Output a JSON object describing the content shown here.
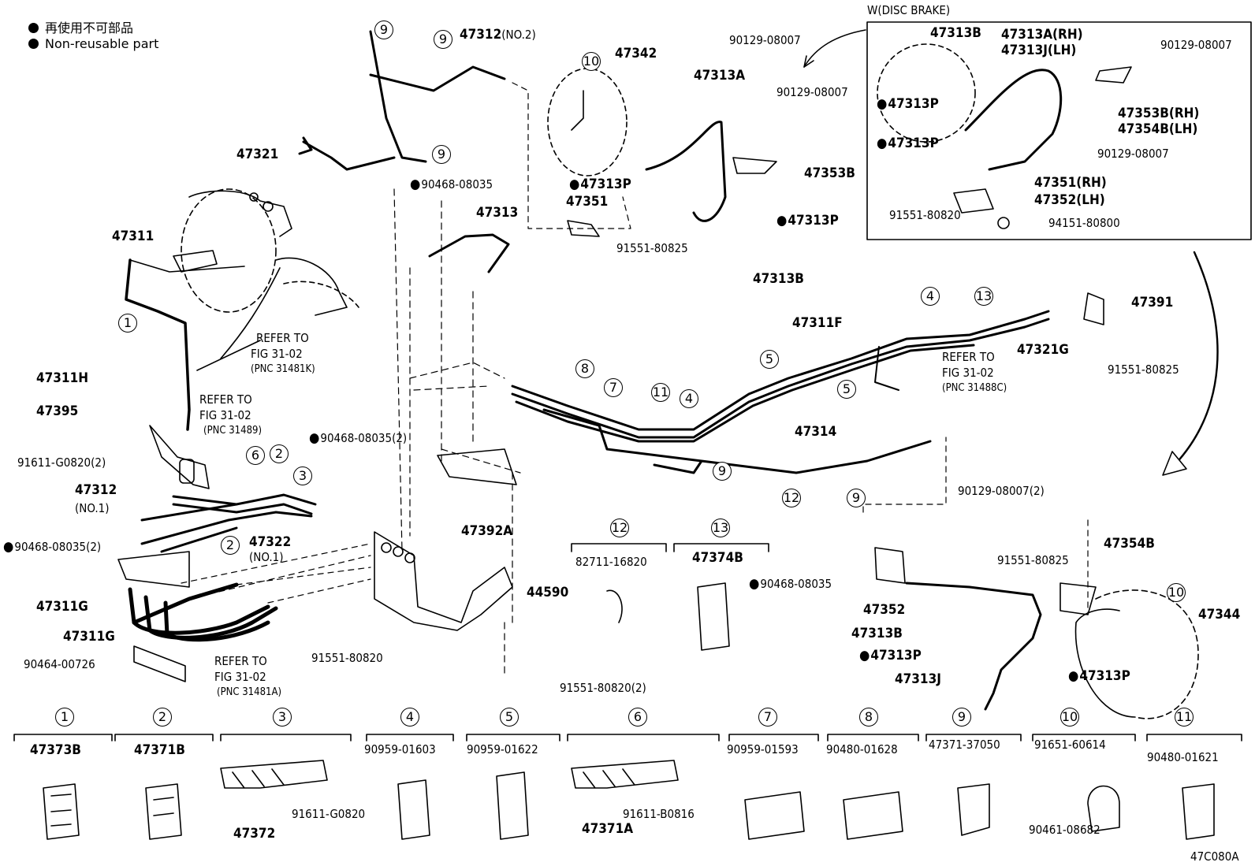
{
  "legend": {
    "line1": "再使用不可部品",
    "line2": "Non-reusable part"
  },
  "inset_title": "W(DISC BRAKE)",
  "figure_code": "47C080A",
  "labels": {
    "p47312_no2": "47312",
    "p47312_no2_sub": "(NO.2)",
    "p47342": "47342",
    "p47313A": "47313A",
    "p90129_a": "90129-08007",
    "p90129_b": "90129-08007",
    "p47321": "47321",
    "p47311": "47311",
    "p90468_a": "90468-08035",
    "p47313P_a": "47313P",
    "p47351": "47351",
    "p47313": "47313",
    "p47353B": "47353B",
    "p47313P_b": "47313P",
    "p91551_80825_a": "91551-80825",
    "p47313B_a": "47313B",
    "refer1": "REFER TO",
    "refer1b": "FIG 31-02",
    "refer1c": "(PNC 31481K)",
    "p47311H": "47311H",
    "p47395": "47395",
    "refer2": "REFER TO",
    "refer2b": "FIG 31-02",
    "refer2c": "(PNC 31489)",
    "p90468_b": "90468-08035(2)",
    "p91611": "91611-G0820(2)",
    "p47312_no1": "47312",
    "p47312_no1_sub": "(NO.1)",
    "p47322": "47322",
    "p47322_sub": "(NO.1)",
    "p90468_c": "90468-08035(2)",
    "p47311G_a": "47311G",
    "p47311G_b": "47311G",
    "p90464": "90464-00726",
    "refer3": "REFER TO",
    "refer3b": "FIG 31-02",
    "refer3c": "(PNC 31481A)",
    "p91551_80820_a": "91551-80820",
    "p47392A": "47392A",
    "p44590": "44590",
    "p91551_80820_2": "91551-80820(2)",
    "p47311F": "47311F",
    "p47391": "47391",
    "p47321G": "47321G",
    "refer4": "REFER TO",
    "refer4b": "FIG 31-02",
    "refer4c": "(PNC 31488C)",
    "p91551_80825_b": "91551-80825",
    "p47314": "47314",
    "p90129_2": "90129-08007(2)",
    "p82711": "82711-16820",
    "p47374B": "47374B",
    "p90468_d": "90468-08035",
    "p47354B": "47354B",
    "p91551_80825_c": "91551-80825",
    "p47352": "47352",
    "p47313B_b": "47313B",
    "p47313P_c": "47313P",
    "p47313J": "47313J",
    "p47344": "47344",
    "p47313P_d": "47313P",
    "w47313B": "47313B",
    "w47313A": "47313A(RH)",
    "w47313J": "47313J(LH)",
    "w90129_a": "90129-08007",
    "w47313P_a": "47313P",
    "w47353B": "47353B(RH)",
    "w47354B": "47354B(LH)",
    "w47313P_b": "47313P",
    "w90129_b": "90129-08007",
    "w47351": "47351(RH)",
    "w47352": "47352(LH)",
    "w91551": "91551-80820",
    "w94151": "94151-80800"
  },
  "callouts": {
    "c9a": "9",
    "c9b": "9",
    "c9c": "9",
    "c10a": "10",
    "c1": "1",
    "c6": "6",
    "c2a": "2",
    "c3": "3",
    "c2b": "2",
    "c4a": "4",
    "c13a": "13",
    "c5a": "5",
    "c5b": "5",
    "c8": "8",
    "c7": "7",
    "c11a": "11",
    "c4b": "4",
    "c9d": "9",
    "c12a": "12",
    "c9e": "9",
    "c12b": "12",
    "c13b": "13",
    "c10b": "10"
  },
  "bottom_items": [
    {
      "num": "1",
      "part": "47373B"
    },
    {
      "num": "2",
      "part": "47371B"
    },
    {
      "num": "3",
      "part": "47372",
      "sub": "91611-G0820"
    },
    {
      "num": "4",
      "part": "90959-01603"
    },
    {
      "num": "5",
      "part": "90959-01622"
    },
    {
      "num": "6",
      "part": "47371A",
      "sub": "91611-B0816"
    },
    {
      "num": "7",
      "part": "90959-01593"
    },
    {
      "num": "8",
      "part": "90480-01628"
    },
    {
      "num": "9",
      "part": "47371-37050"
    },
    {
      "num": "10",
      "part": "91651-60614",
      "sub": "90461-08682"
    },
    {
      "num": "11",
      "part": "90480-01621"
    }
  ]
}
